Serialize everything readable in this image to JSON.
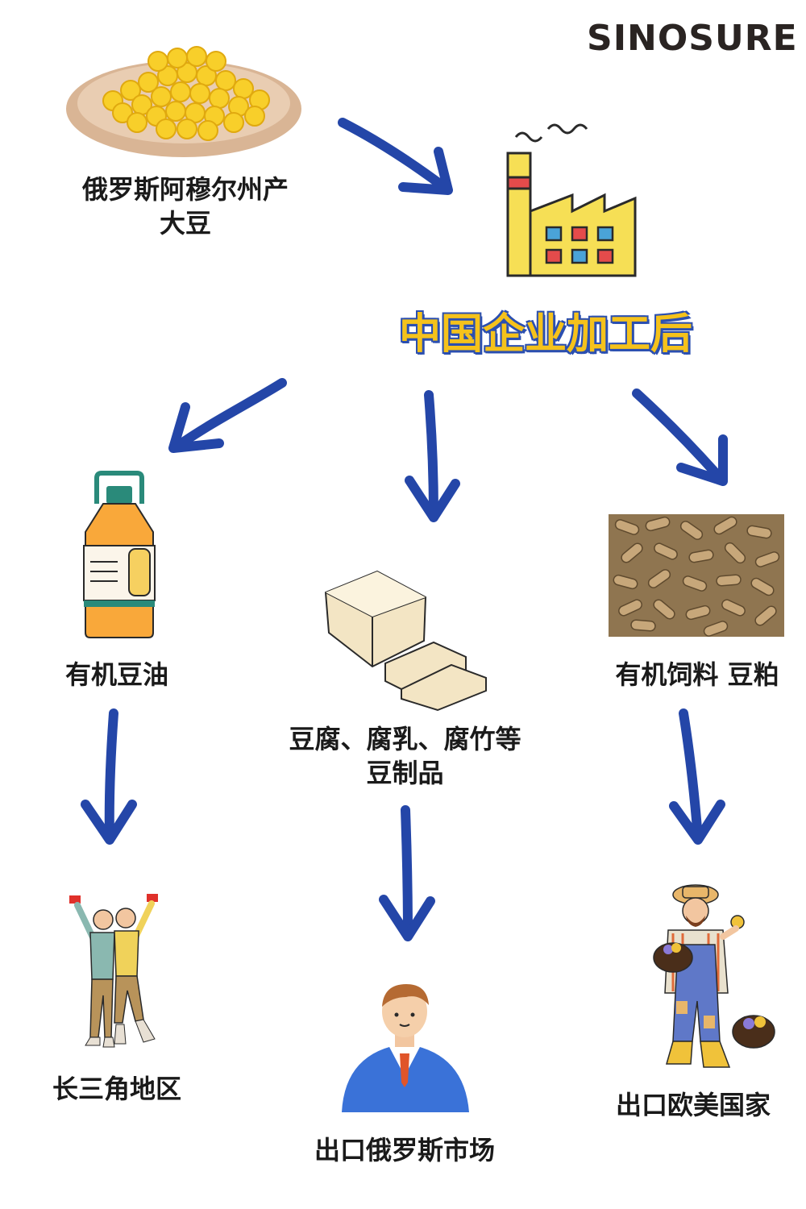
{
  "brand": "SINOSURE",
  "source": {
    "label_line1": "俄罗斯阿穆尔州产",
    "label_line2": "大豆"
  },
  "processing": {
    "label": "中国企业加工后"
  },
  "products": {
    "oil": {
      "label": "有机豆油",
      "destination": "长三角地区"
    },
    "tofu": {
      "label_line1": "豆腐、腐乳、腐竹等",
      "label_line2": "豆制品",
      "destination": "出口俄罗斯市场"
    },
    "feed": {
      "label": "有机饲料 豆粕",
      "destination": "出口欧美国家"
    }
  },
  "colors": {
    "arrow": "#2446a8",
    "headline_fill": "#f5c21b",
    "headline_outline": "#2b4fb0"
  },
  "icons": [
    "soybean-bowl-icon",
    "factory-icon",
    "oil-bottle-icon",
    "tofu-icon",
    "feed-pellets-icon",
    "celebrating-people-icon",
    "businessman-icon",
    "farmer-icon"
  ]
}
